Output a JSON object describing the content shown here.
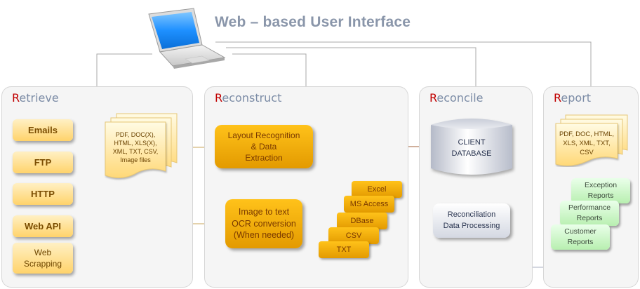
{
  "header": {
    "title": "Web – based User Interface",
    "icon": "laptop-icon"
  },
  "panels": {
    "retrieve": {
      "cap": "R",
      "rest": "etrieve"
    },
    "reconstruct": {
      "cap": "R",
      "rest": "econstruct"
    },
    "reconcile": {
      "cap": "R",
      "rest": "econcile"
    },
    "report": {
      "cap": "R",
      "rest": "eport"
    }
  },
  "retrieve": {
    "sources": [
      "Emails",
      "FTP",
      "HTTP",
      "Web API",
      "Web Scrapping"
    ],
    "documents": [
      "PDF, DOC(X),",
      "HTML, XLS(X),",
      "XML,  TXT, CSV,",
      "Image files"
    ]
  },
  "reconstruct": {
    "layout_box": [
      "Layout Recognition",
      "& Data",
      "Extraction"
    ],
    "ocr_box": [
      "Image to text",
      "OCR conversion",
      "(When needed)"
    ],
    "formats": [
      "Excel",
      "MS Access",
      "DBase",
      "CSV",
      "TXT"
    ]
  },
  "reconcile": {
    "database": [
      "CLIENT",
      "DATABASE"
    ],
    "processing": [
      "Reconciliation",
      "Data Processing"
    ]
  },
  "report": {
    "documents": [
      "PDF, DOC, HTML,",
      "XLS, XML, TXT,",
      "CSV"
    ],
    "reports": [
      [
        "Exception",
        "Reports"
      ],
      [
        "Performance",
        "Reports"
      ],
      [
        "Customer",
        "Reports"
      ]
    ]
  },
  "colors": {
    "accent_red": "#c00000",
    "panel_title": "#7c8ca6",
    "source_box": "#ffd36b",
    "process_box": "#f0a800",
    "report_box": "#b8efb0",
    "db": "#d4d8e2",
    "flow_line_gold": "#c9a45a",
    "flow_line_brown": "#a0603a",
    "flow_line_grey": "#a8afc0"
  }
}
